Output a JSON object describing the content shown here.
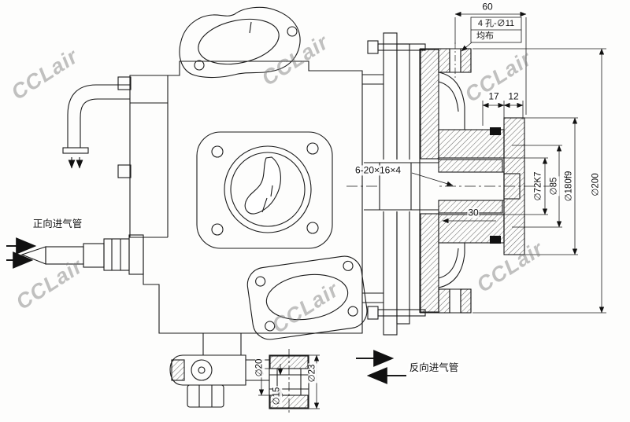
{
  "watermark": {
    "text": "CCLair"
  },
  "annotations": {
    "forward_intake_label": "正向进气管",
    "reverse_intake_label": "反向进气管",
    "holes_note_line1": "4 孔-∅11",
    "holes_note_line2": "均布",
    "spline_callout": "6-20×16×4"
  },
  "dimensions": {
    "top_width": "60",
    "width_17": "17",
    "width_12": "12",
    "depth_30": "30",
    "bore_dia": "∅72K7",
    "pilot_dia": "∅85",
    "spigot_dia": "∅180f9",
    "outer_dia": "∅200",
    "pipe_outer_dia": "∅20",
    "pipe_bore_dia": "∅15",
    "pipe_flange_dia": "∅23"
  }
}
